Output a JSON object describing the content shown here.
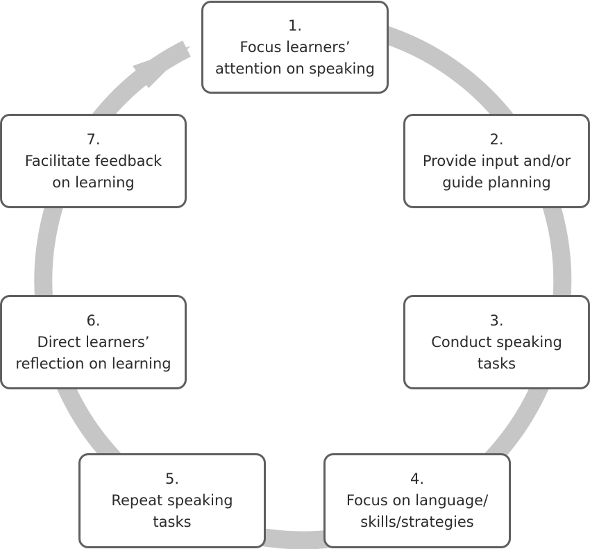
{
  "colors": {
    "ring": "#c6c6c6",
    "box_border": "#5f5f5f",
    "text": "#2b2b2b"
  },
  "steps": [
    {
      "number": "1.",
      "lines": [
        "Focus learners’",
        "attention on speaking"
      ]
    },
    {
      "number": "2.",
      "lines": [
        "Provide input and/or",
        "guide planning"
      ]
    },
    {
      "number": "3.",
      "lines": [
        "Conduct speaking",
        "tasks"
      ]
    },
    {
      "number": "4.",
      "lines": [
        "Focus on language/",
        "skills/strategies"
      ]
    },
    {
      "number": "5.",
      "lines": [
        "Repeat speaking",
        "tasks"
      ]
    },
    {
      "number": "6.",
      "lines": [
        "Direct learners’",
        "reflection on learning"
      ]
    },
    {
      "number": "7.",
      "lines": [
        "Facilitate feedback",
        "on learning"
      ]
    }
  ]
}
